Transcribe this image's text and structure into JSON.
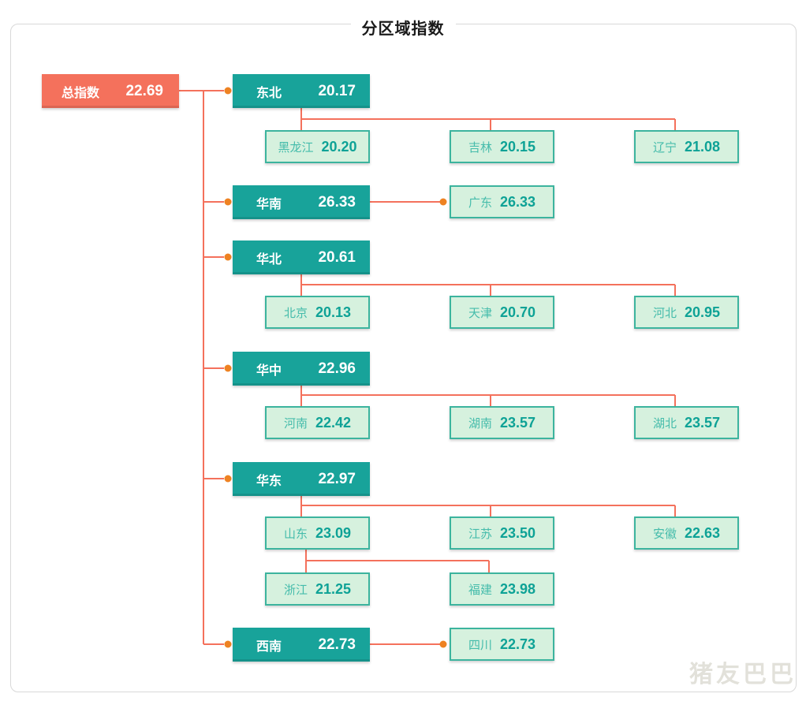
{
  "title": "分区域指数",
  "watermark": "猪友巴巴",
  "colors": {
    "line": "#f4715c",
    "dot": "#ee8222",
    "root_bg": "#f4715c",
    "region_bg": "#18a39a",
    "child_bg": "#d6f1de",
    "child_border": "#3cb49e",
    "child_label": "#45bcab",
    "child_value": "#0ea296",
    "title_color": "#1a1a1a",
    "watermark_color": "#dddcd4"
  },
  "tree": {
    "root": {
      "label": "总指数",
      "value": "22.69"
    },
    "regions": [
      {
        "label": "东北",
        "value": "20.17",
        "children": [
          {
            "label": "黑龙江",
            "value": "20.20"
          },
          {
            "label": "吉林",
            "value": "20.15"
          },
          {
            "label": "辽宁",
            "value": "21.08"
          }
        ]
      },
      {
        "label": "华南",
        "value": "26.33",
        "children": [
          {
            "label": "广东",
            "value": "26.33"
          }
        ]
      },
      {
        "label": "华北",
        "value": "20.61",
        "children": [
          {
            "label": "北京",
            "value": "20.13"
          },
          {
            "label": "天津",
            "value": "20.70"
          },
          {
            "label": "河北",
            "value": "20.95"
          }
        ]
      },
      {
        "label": "华中",
        "value": "22.96",
        "children": [
          {
            "label": "河南",
            "value": "22.42"
          },
          {
            "label": "湖南",
            "value": "23.57"
          },
          {
            "label": "湖北",
            "value": "23.57"
          }
        ]
      },
      {
        "label": "华东",
        "value": "22.97",
        "children": [
          {
            "label": "山东",
            "value": "23.09"
          },
          {
            "label": "江苏",
            "value": "23.50"
          },
          {
            "label": "安徽",
            "value": "22.63"
          },
          {
            "label": "浙江",
            "value": "21.25"
          },
          {
            "label": "福建",
            "value": "23.98"
          }
        ]
      },
      {
        "label": "西南",
        "value": "22.73",
        "children": [
          {
            "label": "四川",
            "value": "22.73"
          }
        ]
      }
    ]
  }
}
